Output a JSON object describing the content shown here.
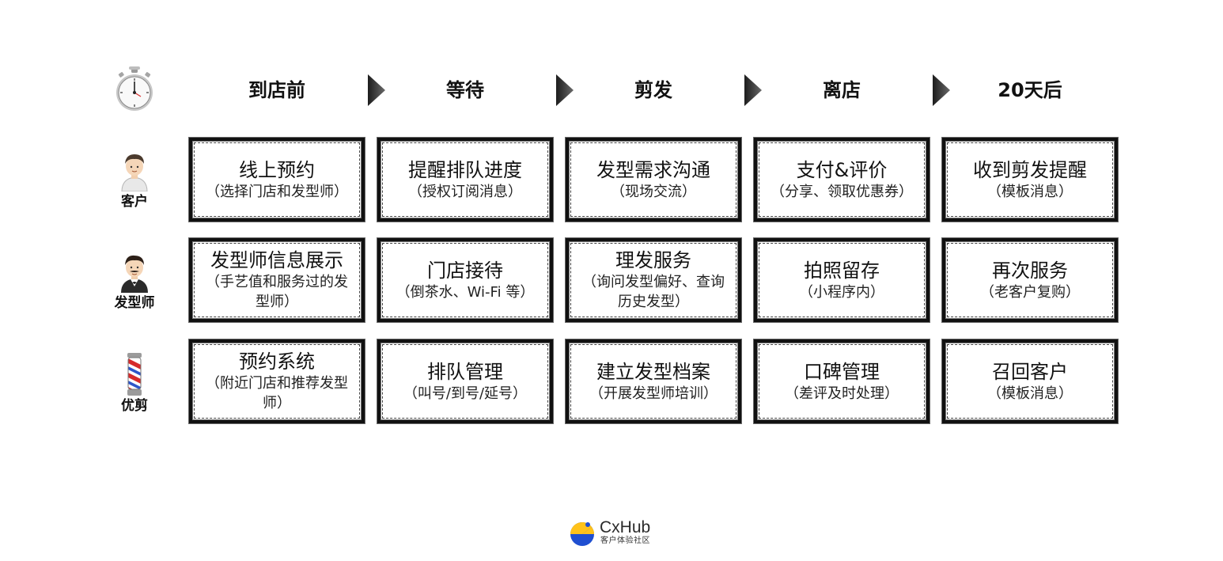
{
  "stages": [
    {
      "label": "到店前"
    },
    {
      "label": "等待"
    },
    {
      "label": "剪发"
    },
    {
      "label": "离店"
    },
    {
      "label": "20天后"
    }
  ],
  "rows": [
    {
      "role": "客户",
      "icon": "customer-person-icon",
      "cells": [
        {
          "title": "线上预约",
          "sub": "（选择门店和发型师）"
        },
        {
          "title": "提醒排队进度",
          "sub": "（授权订阅消息）"
        },
        {
          "title": "发型需求沟通",
          "sub": "（现场交流）"
        },
        {
          "title": "支付&评价",
          "sub": "（分享、领取优惠券）"
        },
        {
          "title": "收到剪发提醒",
          "sub": "（模板消息）"
        }
      ]
    },
    {
      "role": "发型师",
      "icon": "barber-man-icon",
      "cells": [
        {
          "title": "发型师信息展示",
          "sub": "（手艺值和服务过的发型师）"
        },
        {
          "title": "门店接待",
          "sub": "（倒茶水、Wi-Fi 等）"
        },
        {
          "title": "理发服务",
          "sub": "（询问发型偏好、查询历史发型）"
        },
        {
          "title": "拍照留存",
          "sub": "（小程序内）"
        },
        {
          "title": "再次服务",
          "sub": "（老客户复购）"
        }
      ]
    },
    {
      "role": "优剪",
      "icon": "barber-pole-icon",
      "cells": [
        {
          "title": "预约系统",
          "sub": "（附近门店和推荐发型师）"
        },
        {
          "title": "排队管理",
          "sub": "（叫号/到号/延号）"
        },
        {
          "title": "建立发型档案",
          "sub": "（开展发型师培训）"
        },
        {
          "title": "口碑管理",
          "sub": "（差评及时处理）"
        },
        {
          "title": "召回客户",
          "sub": "（模板消息）"
        }
      ]
    }
  ],
  "header_icon": "stopwatch-icon",
  "logo": {
    "brand": "CxHub",
    "tagline": "客户体验社区"
  }
}
